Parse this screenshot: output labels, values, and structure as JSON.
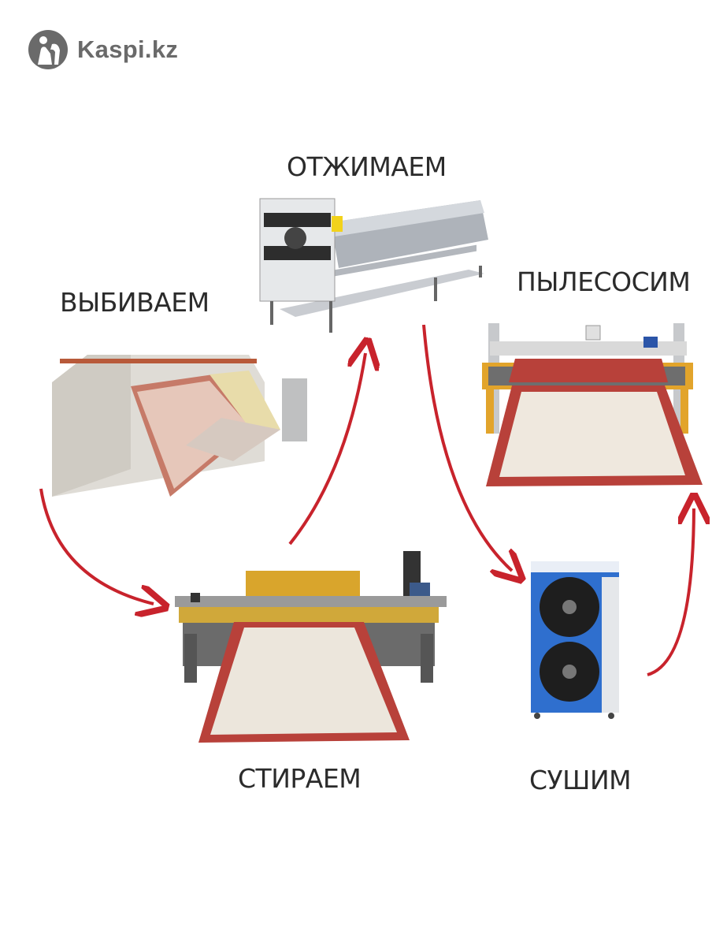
{
  "brand": {
    "name": "Kaspi.kz",
    "logo_icon": "kaspi-logo-icon",
    "color": "#6a6a6a"
  },
  "steps": [
    {
      "id": "beat",
      "label": "ВЫБИВАЕМ",
      "icon": "beating-machine-icon"
    },
    {
      "id": "wring",
      "label": "ОТЖИМАЕМ",
      "icon": "wringing-machine-icon"
    },
    {
      "id": "vacuum",
      "label": "ПЫЛЕСОСИМ",
      "icon": "vacuum-machine-icon"
    },
    {
      "id": "wash",
      "label": "СТИРАЕМ",
      "icon": "washing-machine-icon"
    },
    {
      "id": "dry",
      "label": "СУШИМ",
      "icon": "drying-cabinet-icon"
    }
  ],
  "flow": [
    {
      "from": "beat",
      "to": "wash"
    },
    {
      "from": "wash",
      "to": "wring"
    },
    {
      "from": "wring",
      "to": "dry"
    },
    {
      "from": "dry",
      "to": "vacuum"
    }
  ],
  "colors": {
    "arrow": "#c8232c",
    "label": "#2b2b2b"
  }
}
